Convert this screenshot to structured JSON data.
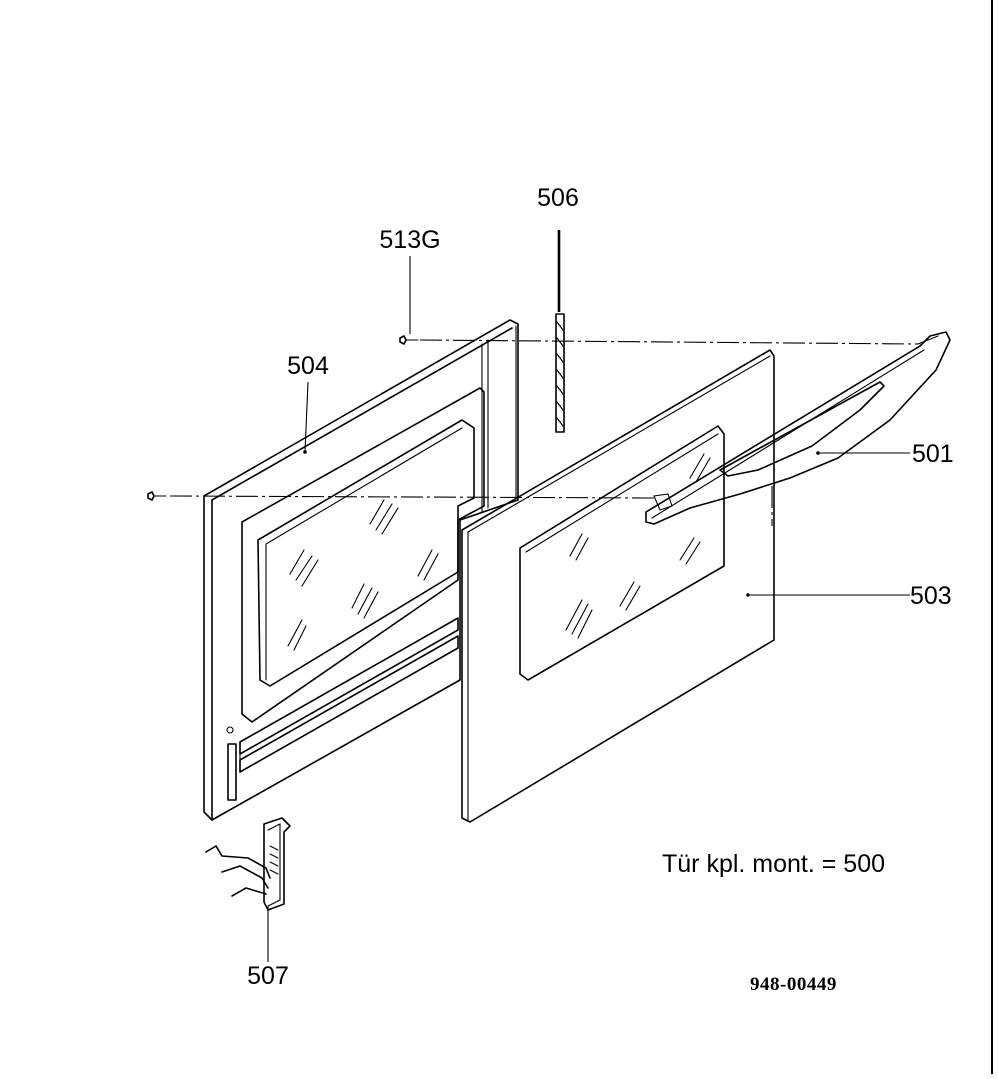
{
  "diagram": {
    "callouts": [
      {
        "id": "506",
        "text": "506"
      },
      {
        "id": "513G",
        "text": "513G"
      },
      {
        "id": "504",
        "text": "504"
      },
      {
        "id": "501",
        "text": "501"
      },
      {
        "id": "503",
        "text": "503"
      },
      {
        "id": "507",
        "text": "507"
      }
    ],
    "note": "Tür kpl. mont. = 500",
    "drawing_number": "948-00449"
  }
}
